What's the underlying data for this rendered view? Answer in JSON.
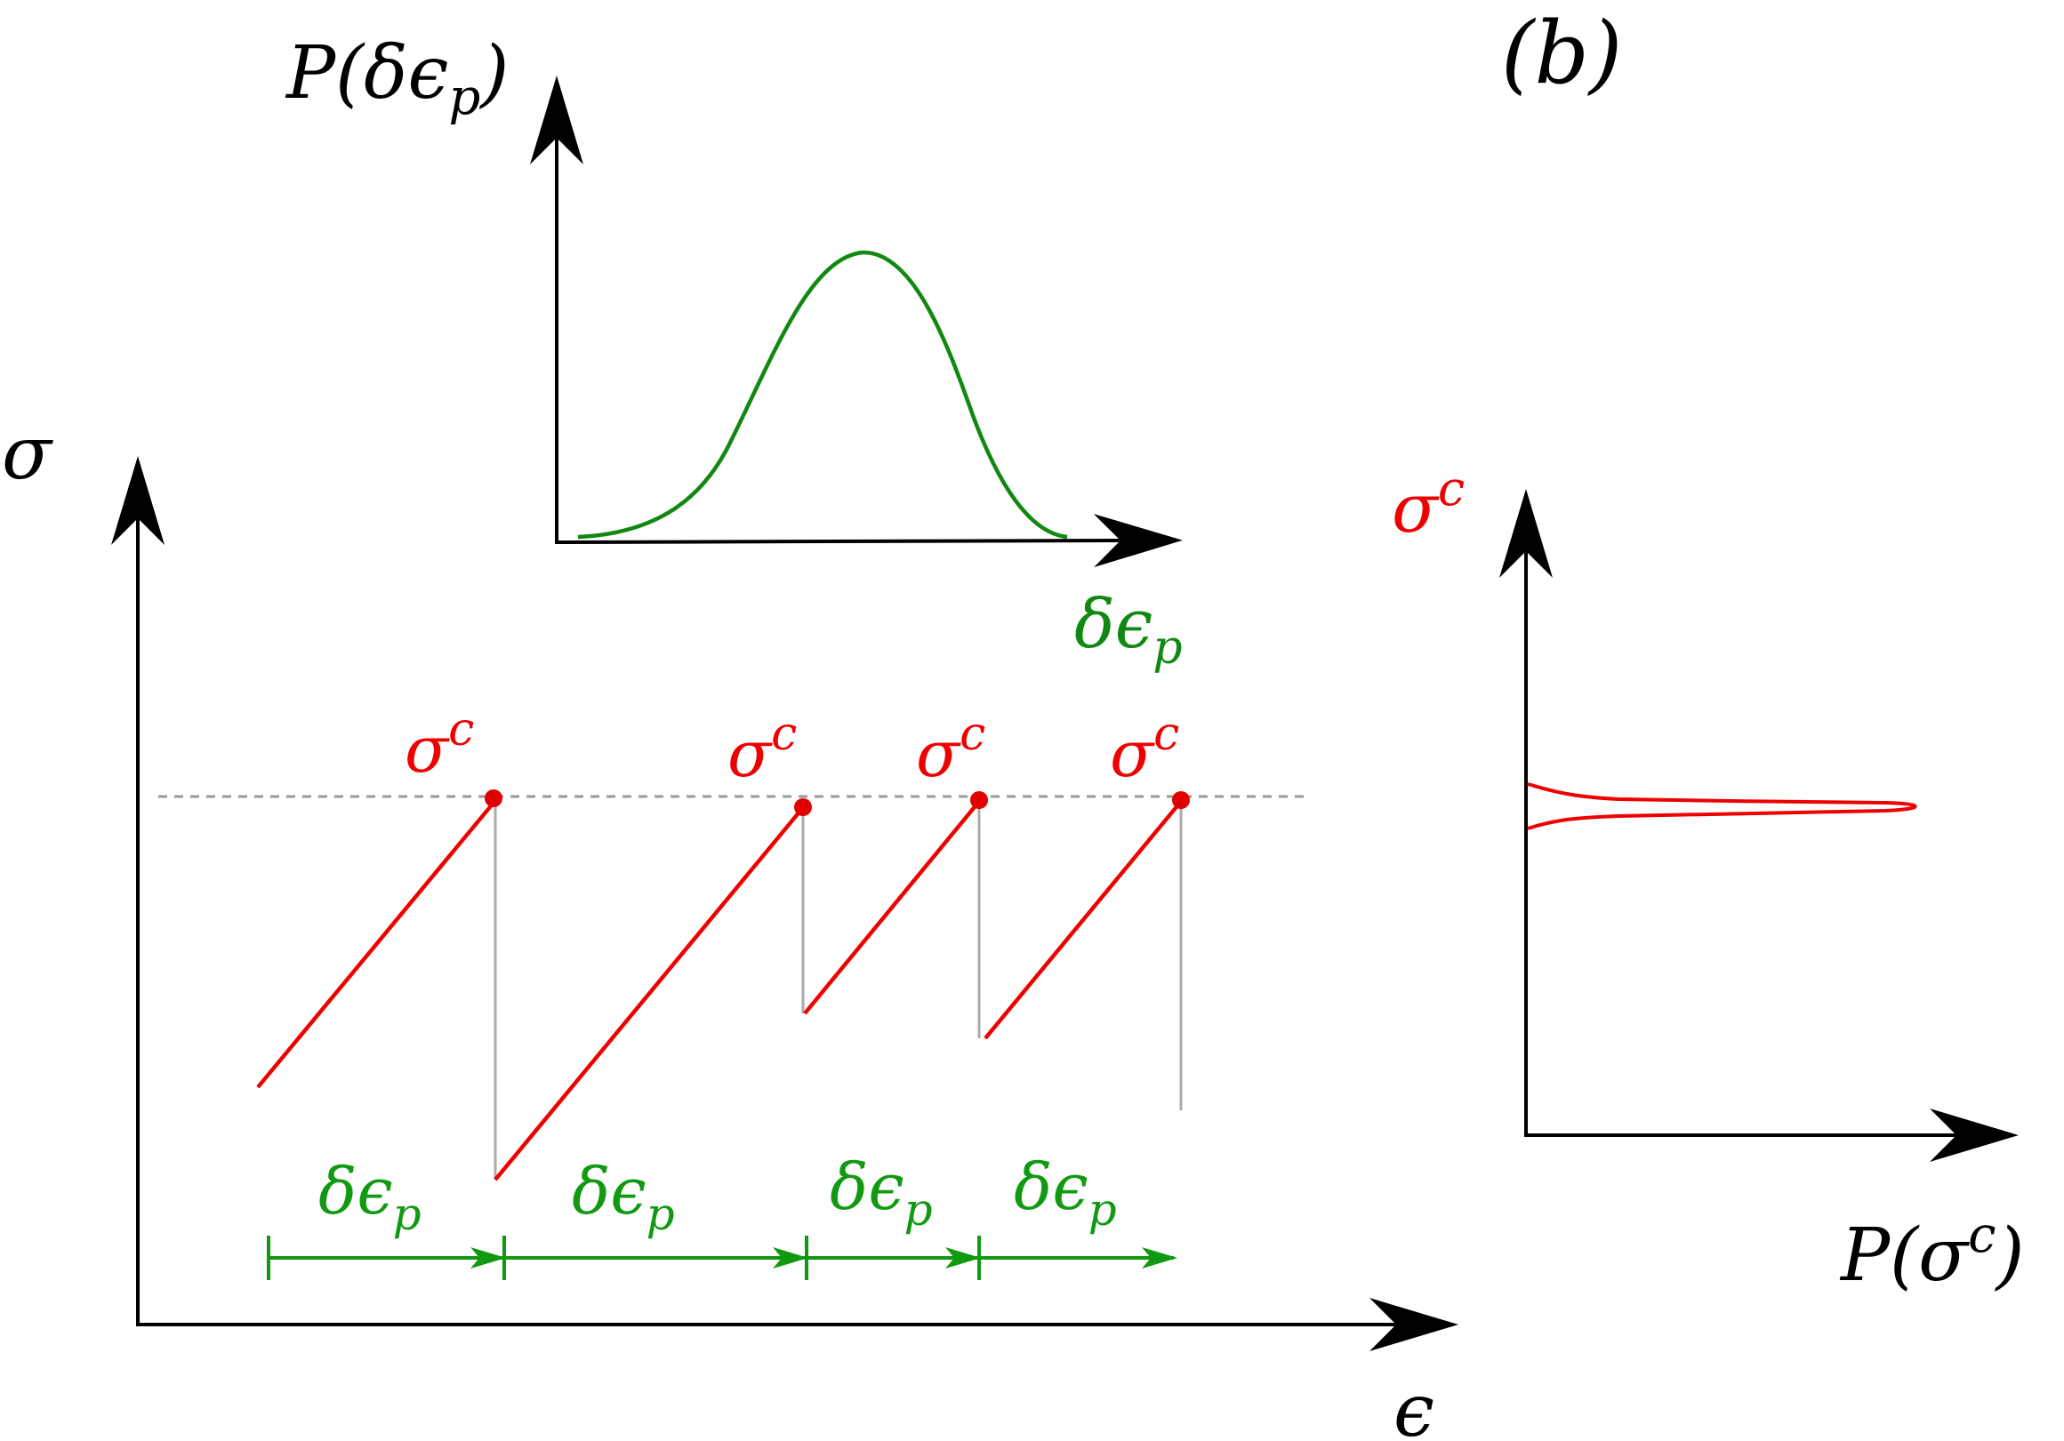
{
  "panel_label": "(b)",
  "colors": {
    "axis": "#000000",
    "sawtooth": "#ee0000",
    "threshold_point": "#e00000",
    "distribution_green": "#118811",
    "interval_arrow": "#119911",
    "dashed_line": "#999999",
    "drop_line": "#aaaaaa"
  },
  "main_plot": {
    "y_label": "σ",
    "x_label": "ϵ",
    "threshold_label": "σ",
    "threshold_sup": "c",
    "interval_label": "δϵ",
    "interval_sub": "p",
    "threshold_count": 4,
    "interval_count": 4
  },
  "inset_plastic_strain": {
    "y_label_func": "P(",
    "y_label_var": "δϵ",
    "y_label_sub": "p",
    "y_label_close": ")",
    "x_label": "δϵ",
    "x_label_sub": "p",
    "curve": "single-peaked green distribution"
  },
  "side_threshold_distribution": {
    "y_label": "σ",
    "y_label_sup": "c",
    "x_label_func": "P(",
    "x_label_var": "σ",
    "x_label_sup": "c",
    "x_label_close": ")",
    "curve": "narrow red peak"
  }
}
